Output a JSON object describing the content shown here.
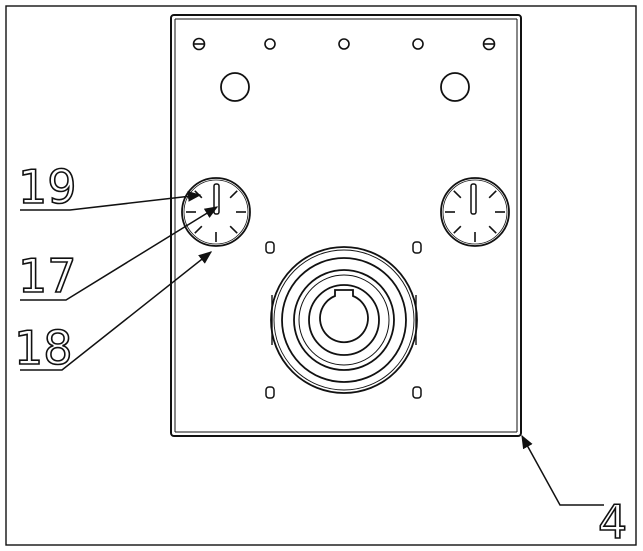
{
  "callouts": [
    {
      "id": "callout-19",
      "label": "19"
    },
    {
      "id": "callout-17",
      "label": "17"
    },
    {
      "id": "callout-18",
      "label": "18"
    },
    {
      "id": "callout-4",
      "label": "4"
    }
  ],
  "colors": {
    "line": "#111111",
    "background": "#ffffff",
    "plate": "#ffffff"
  }
}
